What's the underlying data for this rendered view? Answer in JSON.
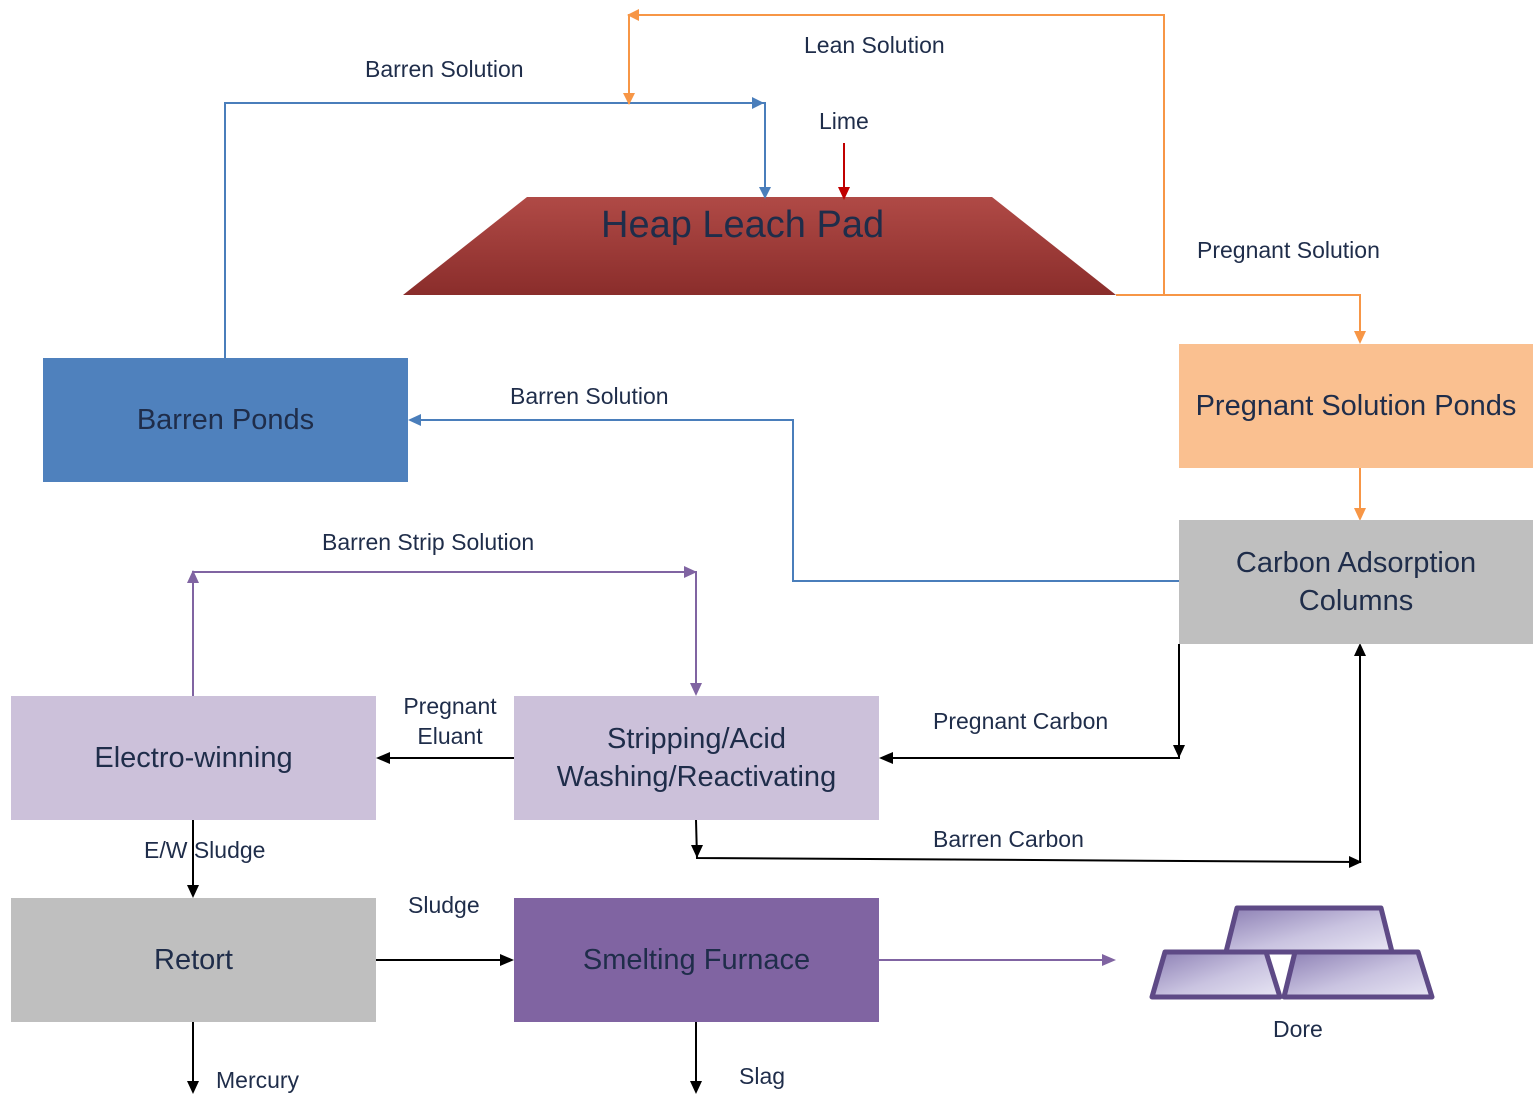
{
  "colors": {
    "barren": "#4a7ebb",
    "pregnant": "#f79646",
    "purple_flow": "#8064a2",
    "black_flow": "#000000",
    "lime": "#c00000",
    "heap": "#9b3a38",
    "barren_box": "#4f81bd",
    "pregnant_box": "#fac090",
    "carbon_box": "#bfbfbf",
    "light_purple_box": "#ccc1da",
    "smelting_box": "#8064a2",
    "retort_box": "#bfbfbf"
  },
  "nodes": {
    "heap_leach_pad": "Heap Leach Pad",
    "barren_ponds": "Barren Ponds",
    "pregnant_solution_ponds": "Pregnant Solution Ponds",
    "carbon_adsorption_columns": "Carbon Adsorption Columns",
    "electro_winning": "Electro-winning",
    "stripping": "Stripping/Acid Washing/Reactivating",
    "retort": "Retort",
    "smelting_furnace": "Smelting Furnace",
    "dore": "Dore"
  },
  "labels": {
    "barren_solution_top": "Barren Solution",
    "lean_solution": "Lean Solution",
    "lime": "Lime",
    "pregnant_solution": "Pregnant Solution",
    "barren_solution_mid": "Barren Solution",
    "barren_strip_solution": "Barren Strip Solution",
    "pregnant_eluant_1": "Pregnant",
    "pregnant_eluant_2": "Eluant",
    "pregnant_carbon": "Pregnant Carbon",
    "barren_carbon": "Barren Carbon",
    "ew_sludge": "E/W Sludge",
    "sludge": "Sludge",
    "mercury": "Mercury",
    "slag": "Slag"
  }
}
